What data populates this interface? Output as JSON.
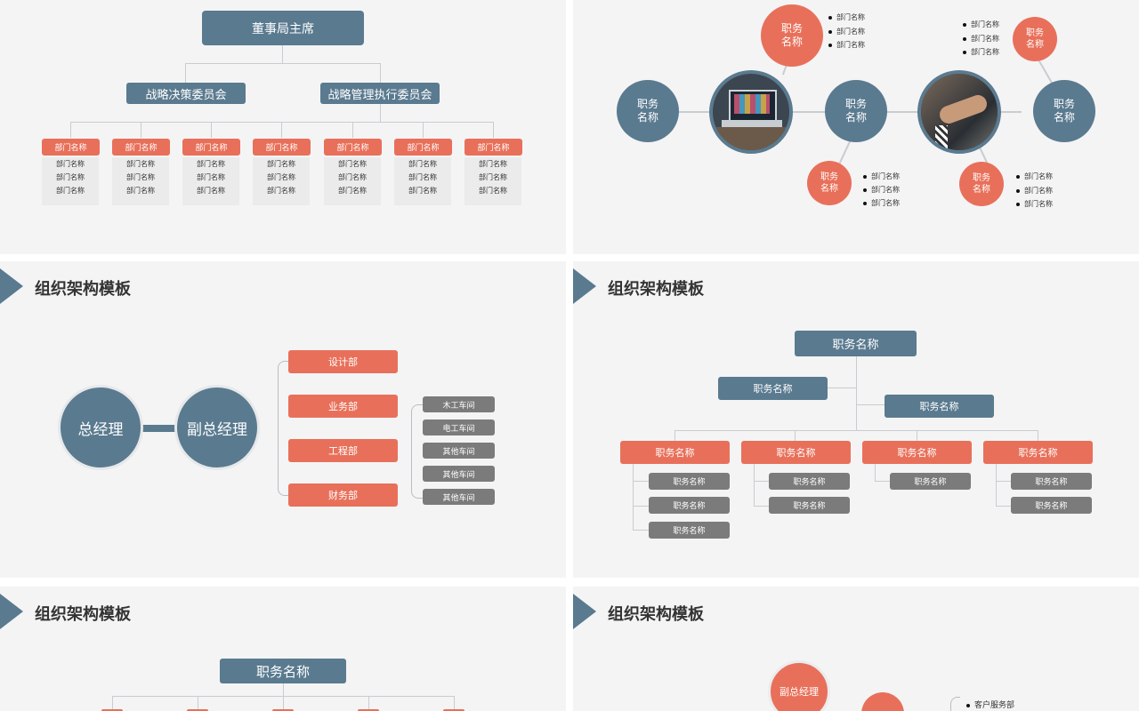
{
  "slide1": {
    "chairman": "董事局主席",
    "committees": [
      "战略决策委员会",
      "战略管理执行委员会"
    ],
    "departments": [
      {
        "label": "部门名称",
        "items": [
          "部门名称",
          "部门名称",
          "部门名称"
        ]
      },
      {
        "label": "部门名称",
        "items": [
          "部门名称",
          "部门名称",
          "部门名称"
        ]
      },
      {
        "label": "部门名称",
        "items": [
          "部门名称",
          "部门名称",
          "部门名称"
        ]
      },
      {
        "label": "部门名称",
        "items": [
          "部门名称",
          "部门名称",
          "部门名称"
        ]
      },
      {
        "label": "部门名称",
        "items": [
          "部门名称",
          "部门名称",
          "部门名称"
        ]
      },
      {
        "label": "部门名称",
        "items": [
          "部门名称",
          "部门名称",
          "部门名称"
        ]
      },
      {
        "label": "部门名称",
        "items": [
          "部门名称",
          "部门名称",
          "部门名称"
        ]
      }
    ]
  },
  "slide2": {
    "top_orange": "职务\n名称",
    "top_bullets": [
      "部门名称",
      "部门名称",
      "部门名称"
    ],
    "left_blue": "职务\n名称",
    "center_blue": "职务\n名称",
    "right_blue": "职务\n名称",
    "right_orange": "职务\n名称",
    "right_bullets": [
      "部门名称",
      "部门名称",
      "部门名称"
    ],
    "bottom_left_orange": "职务\n名称",
    "bottom_left_bullets": [
      "部门名称",
      "部门名称",
      "部门名称"
    ],
    "bottom_right_orange": "职务\n名称",
    "bottom_right_bullets": [
      "部门名称",
      "部门名称",
      "部门名称"
    ]
  },
  "slide3": {
    "title": "组织架构模板",
    "gm": "总经理",
    "deputy": "副总经理",
    "departments": [
      "设计部",
      "业务部",
      "工程部",
      "财务部"
    ],
    "workshops": [
      "木工车间",
      "电工车间",
      "其他车间",
      "其他车间",
      "其他车间"
    ]
  },
  "slide4": {
    "title": "组织架构模板",
    "top": "职务名称",
    "left_mid": "职务名称",
    "right_mid": "职务名称",
    "columns": [
      {
        "label": "职务名称",
        "items": [
          "职务名称",
          "职务名称",
          "职务名称"
        ]
      },
      {
        "label": "职务名称",
        "items": [
          "职务名称",
          "职务名称"
        ]
      },
      {
        "label": "职务名称",
        "items": [
          "职务名称"
        ]
      },
      {
        "label": "职务名称",
        "items": [
          "职务名称",
          "职务名称"
        ]
      }
    ]
  },
  "slide5": {
    "title": "组织架构模板",
    "top": "职务名称"
  },
  "slide6": {
    "title": "组织架构模板",
    "deputy": "副总经理",
    "bullet": "客户服务部"
  },
  "colors": {
    "blue": "#5a7a8f",
    "orange": "#e8705a",
    "gray": "#7b7b7b",
    "background": "#f4f4f5"
  }
}
